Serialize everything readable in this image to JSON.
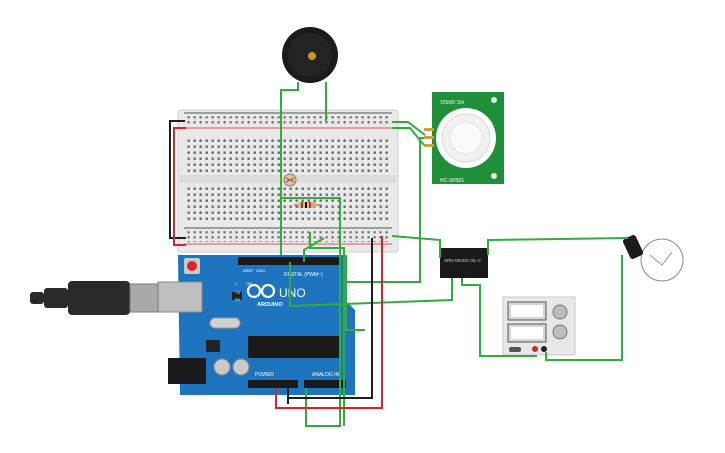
{
  "app": {
    "canvas_background": "#ffffff",
    "wire_colors": {
      "green": "#2eae3c",
      "red": "#d9222a",
      "black": "#1e1e1e"
    }
  },
  "components": {
    "arduino": {
      "board_name": "UNO",
      "brand": "ARDUINO",
      "digital_label": "DIGITAL (PWM~)",
      "power_label": "POWER",
      "analog_label": "ANALOG IN",
      "tx_label": "TX",
      "rx_label": "RX",
      "l_label": "L",
      "on_label": "ON",
      "aref_label": "AREF",
      "gnd_label": "GND",
      "board_color": "#1e73be"
    },
    "pir_sensor": {
      "top_label": "HC-SR501",
      "bottom_label": "HC-SR501",
      "board_color": "#1f8f3a"
    },
    "relay": {
      "label": "SRD-05VDC-SL-C"
    },
    "power_supply": {
      "body_color": "#e8e8e8"
    },
    "usb_cable": {
      "color": "#2a2a2a"
    },
    "buzzer": {
      "color": "#1b1b1b"
    },
    "lamp": {
      "color": "#ffffff"
    }
  }
}
